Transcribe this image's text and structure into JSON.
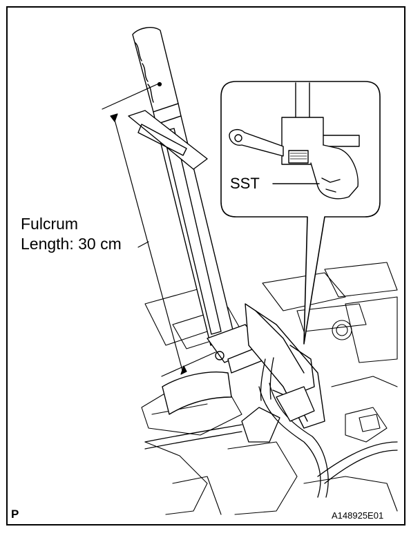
{
  "labels": {
    "fulcrum_line1": "Fulcrum",
    "fulcrum_line2": "Length: 30 cm",
    "sst": "SST",
    "corner": "P",
    "figure_code": "A148925E01"
  },
  "colors": {
    "ink": "#000000",
    "paper": "#ffffff",
    "shade": "#e8e8e8"
  }
}
